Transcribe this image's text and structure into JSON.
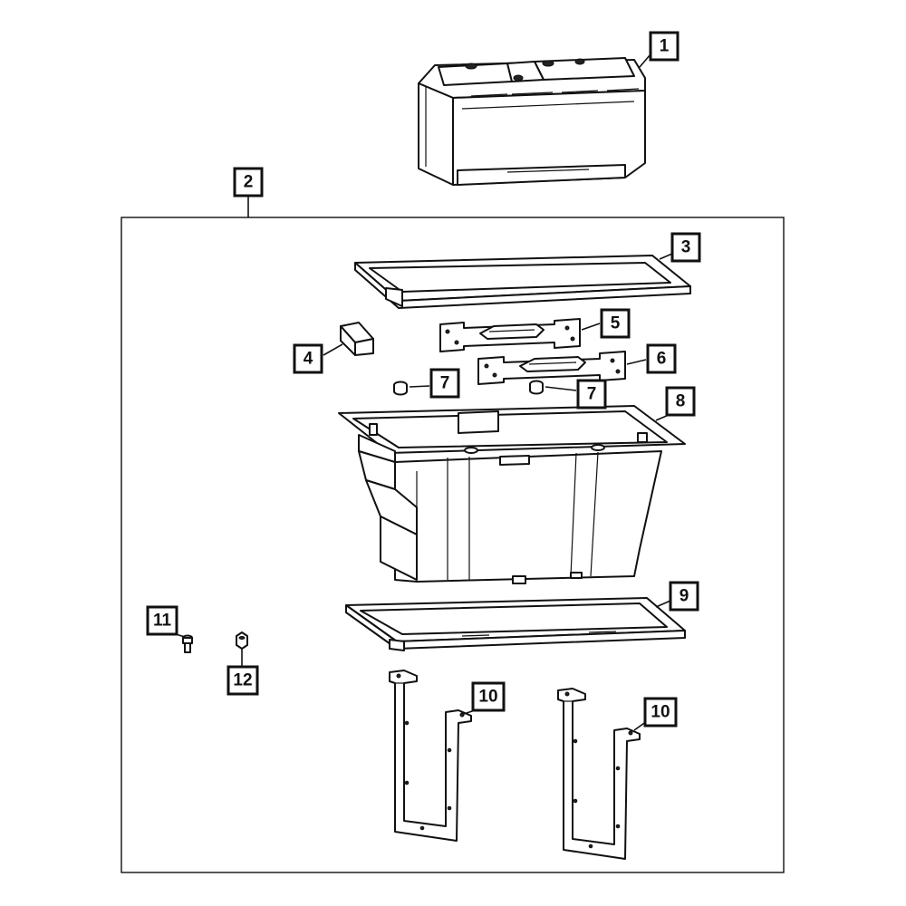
{
  "callouts": {
    "c1": "1",
    "c2": "2",
    "c3": "3",
    "c4": "4",
    "c5": "5",
    "c6": "6",
    "c7a": "7",
    "c7b": "7",
    "c8": "8",
    "c9": "9",
    "c10a": "10",
    "c10b": "10",
    "c11": "11",
    "c12": "12"
  }
}
